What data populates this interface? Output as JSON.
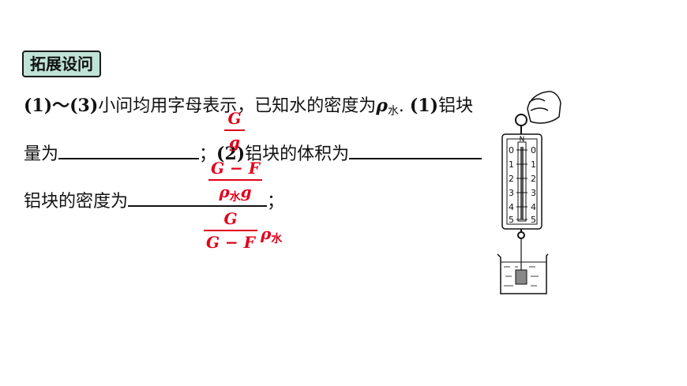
{
  "tag": "拓展设问",
  "q1": {
    "prefix": "(1)～(3)",
    "text": "小问均用字母表示，已知水的密度为",
    "rho": "ρ",
    "rho_sub": "水",
    "period": ".",
    "part1_num": "(1)",
    "part1_text": "铝块"
  },
  "q2": {
    "lead": "量为",
    "sep": "；",
    "part2_num": "(2)",
    "part2_text": "铝块的体积为"
  },
  "q3": {
    "lead": "铝块的密度为",
    "end": "；"
  },
  "answers": {
    "mass": {
      "num": "G",
      "den": "g"
    },
    "volume": {
      "num": "G − F",
      "den_rho": "ρ",
      "den_sub": "水",
      "den_g": "g"
    },
    "density": {
      "num": "G",
      "den": "G − F",
      "rho": "ρ",
      "rho_sub": "水"
    }
  },
  "scale": {
    "top_letter": "N",
    "ticks": [
      "0",
      "1",
      "2",
      "3",
      "4",
      "5"
    ]
  }
}
